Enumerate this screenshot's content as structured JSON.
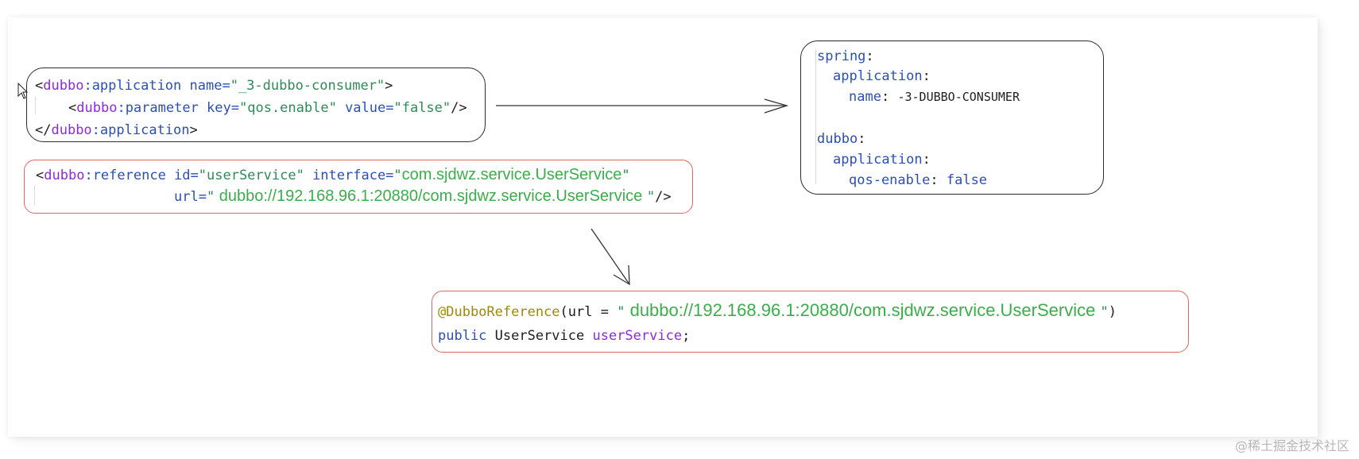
{
  "xml_app_box": {
    "line1": {
      "open": "<",
      "ns": "dubbo",
      "colon": ":",
      "tag": "application",
      "attr": " name=",
      "value": "\"_3-dubbo-consumer\"",
      "close": ">"
    },
    "line2": {
      "open": "<",
      "ns": "dubbo",
      "colon": ":",
      "tag": "parameter",
      "attr1": " key=",
      "value1": "\"qos.enable\"",
      "attr2": " value=",
      "value2": "\"false\"",
      "close": "/>"
    },
    "line3": {
      "open": "</",
      "ns": "dubbo",
      "colon": ":",
      "tag": "application",
      "close": ">"
    }
  },
  "xml_ref_box": {
    "line1": {
      "open": "<",
      "ns": "dubbo",
      "colon": ":",
      "tag": "reference",
      "attr1": " id=",
      "value1": "\"userService\"",
      "attr2": " interface=",
      "quote_open": "\"",
      "value2": "com.sjdwz.service.UserService",
      "quote_close": "\""
    },
    "line2": {
      "attr": "url=",
      "quote_open": "\"",
      "value": " dubbo://192.168.96.1:20880/com.sjdwz.service.UserService ",
      "quote_close": "\"",
      "close": "/>"
    }
  },
  "yaml_box": {
    "spring_key": "spring",
    "application_key": "application",
    "name_key": "name",
    "name_value": "-3-DUBBO-CONSUMER",
    "dubbo_key": "dubbo",
    "application_key_2": "application",
    "qos_key": "qos-enable",
    "qos_value": "false",
    "colon": ":"
  },
  "annotation_box": {
    "line1": {
      "annotation": "@DubboReference",
      "open": "(",
      "param": "url",
      "eq": " = ",
      "quote_open": "\"",
      "value": " dubbo://192.168.96.1:20880/com.sjdwz.service.UserService ",
      "quote_close": "\"",
      "close": ")"
    },
    "line2": {
      "keyword": "public",
      "type": " UserService ",
      "field": "userService",
      "semicolon": ";"
    }
  },
  "watermark": "@稀土掘金技术社区"
}
